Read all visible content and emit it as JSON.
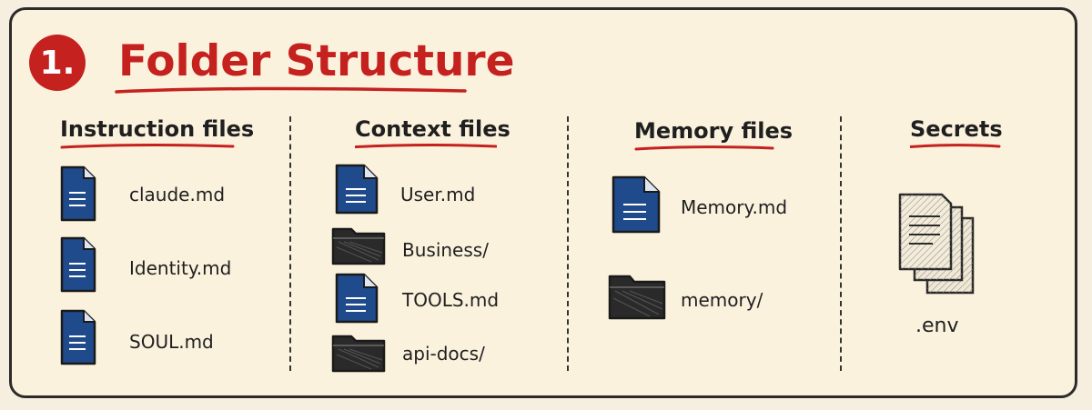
{
  "header": {
    "number": "1.",
    "title": "Folder Structure"
  },
  "colors": {
    "accent": "#c4211f",
    "file_blue": "#1f4a8c",
    "folder_dark": "#2a2a2a",
    "background": "#fbf2de"
  },
  "columns": [
    {
      "heading": "Instruction files",
      "items": [
        {
          "icon": "document-icon",
          "label": "claude.md"
        },
        {
          "icon": "document-icon",
          "label": "Identity.md"
        },
        {
          "icon": "document-icon",
          "label": "SOUL.md"
        }
      ]
    },
    {
      "heading": "Context files",
      "items": [
        {
          "icon": "document-icon",
          "label": "User.md"
        },
        {
          "icon": "folder-icon",
          "label": "Business/"
        },
        {
          "icon": "document-icon",
          "label": "TOOLS.md"
        },
        {
          "icon": "folder-icon",
          "label": "api-docs/"
        }
      ]
    },
    {
      "heading": "Memory files",
      "items": [
        {
          "icon": "document-icon",
          "label": "Memory.md"
        },
        {
          "icon": "folder-icon",
          "label": "memory/"
        }
      ]
    },
    {
      "heading": "Secrets",
      "items": [
        {
          "icon": "secret-files-icon",
          "label": ".env"
        }
      ]
    }
  ]
}
